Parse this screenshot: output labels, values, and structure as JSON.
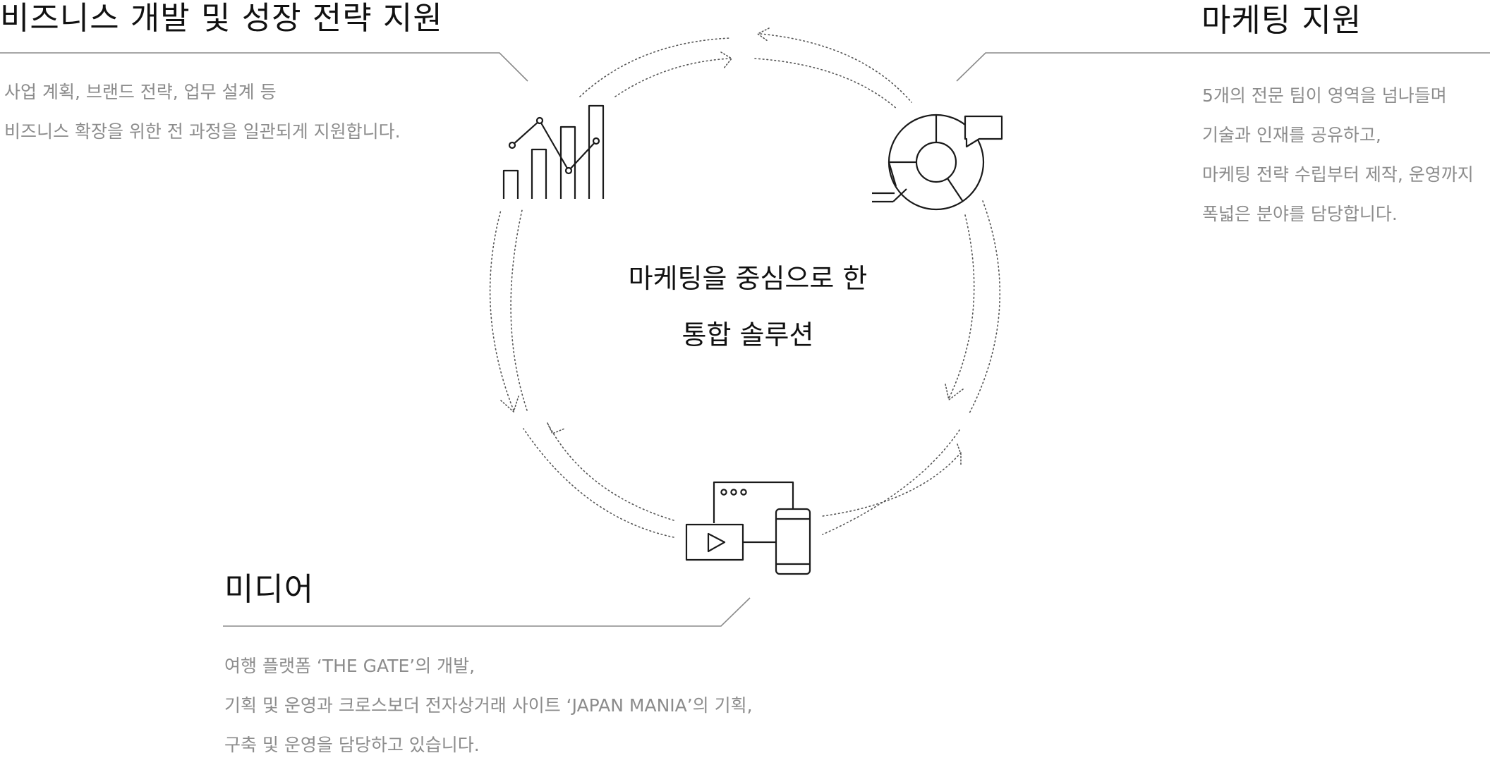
{
  "center": {
    "line1": "마케팅을 중심으로 한",
    "line2": "통합 솔루션"
  },
  "sections": {
    "business": {
      "title": "비즈니스 개발 및 성장 전략 지원",
      "lines": [
        "사업 계획, 브랜드 전략, 업무 설계 등",
        "비즈니스 확장을 위한 전 과정을 일관되게 지원합니다."
      ],
      "icon": "bar-line-chart-icon"
    },
    "marketing": {
      "title": "마케팅 지원",
      "lines": [
        "5개의 전문 팀이 영역을 넘나들며",
        "기술과 인재를 공유하고,",
        "마케팅 전략 수립부터 제작, 운영까지",
        "폭넓은 분야를 담당합니다."
      ],
      "icon": "donut-chart-speech-bubble-icon"
    },
    "media": {
      "title": "미디어",
      "lines": [
        "여행 플랫폼 ‘THE GATE’의 개발,",
        "기획 및 운영과 크로스보더 전자상거래 사이트 ‘JAPAN MANIA’의 기획,",
        "구축 및 운영을 담당하고 있습니다."
      ],
      "icon": "devices-media-icon"
    }
  },
  "colors": {
    "heading": "#111111",
    "body_text": "#8c8c8c",
    "rule": "#8a8a8a",
    "icon_stroke": "#1a1a1a",
    "cycle_dots": "#555555"
  }
}
